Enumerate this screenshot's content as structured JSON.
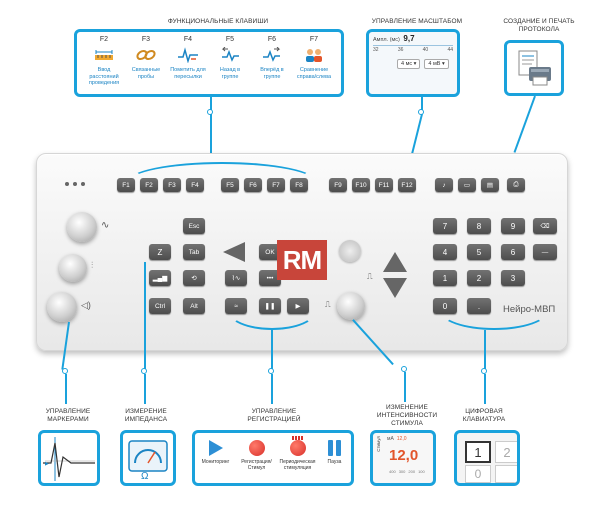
{
  "captions": {
    "function_keys": "ФУНКЦИОНАЛЬНЫЕ КЛАВИШИ",
    "scale": "УПРАВЛЕНИЕ МАСШТАБОМ",
    "protocol": "СОЗДАНИЕ И ПЕЧАТЬ ПРОТОКОЛА",
    "markers": "УПРАВЛЕНИЕ МАРКЕРАМИ",
    "impedance": "ИЗМЕРЕНИЕ ИМПЕДАНСА",
    "registration": "УПРАВЛЕНИЕ РЕГИСТРАЦИЕЙ",
    "intensity": "ИЗМЕНЕНИЕ ИНТЕНСИВНОСТИ СТИМУЛА",
    "numpad": "ЦИФРОВАЯ КЛАВИАТУРА"
  },
  "function_panel": [
    {
      "key": "F2",
      "icon": "ruler-icon",
      "desc": "Ввод расстояний проведения"
    },
    {
      "key": "F3",
      "icon": "chain-icon",
      "desc": "Связанные пробы"
    },
    {
      "key": "F4",
      "icon": "wave-mark-icon",
      "desc": "Пометить для пересылки"
    },
    {
      "key": "F5",
      "icon": "arrow-back-icon",
      "desc": "Назад в группе"
    },
    {
      "key": "F6",
      "icon": "arrow-forward-icon",
      "desc": "Вперёд в группе"
    },
    {
      "key": "F7",
      "icon": "people-compare-icon",
      "desc": "Сравнение справа/слева"
    }
  ],
  "scale_panel": {
    "label": "Ампл. (мс)",
    "value": "9,7",
    "ticks": [
      "32",
      "36",
      "40",
      "44"
    ],
    "select1": "4 мс",
    "select2": "4 мВ"
  },
  "keyboard": {
    "fkeys_left": [
      "F1",
      "F2",
      "F3",
      "F4"
    ],
    "fkeys_mid": [
      "F5",
      "F6",
      "F7",
      "F8"
    ],
    "fkeys_right": [
      "F9",
      "F10",
      "F11",
      "F12"
    ],
    "esc": "Esc",
    "z": "Z",
    "tab": "Tab",
    "ctrl": "Ctrl",
    "alt": "Alt",
    "ok": "OK",
    "dots": "•••",
    "numpad": [
      "7",
      "8",
      "9",
      "4",
      "5",
      "6",
      "1",
      "2",
      "3",
      "0",
      "."
    ],
    "brand": "Нейро-МВП",
    "watermark": "RM"
  },
  "registration_panel": {
    "items": [
      {
        "label": "Мониторинг",
        "icon": "play-icon"
      },
      {
        "label": "Регистрация/ Стимул",
        "icon": "record-icon"
      },
      {
        "label": "Периодическая стимуляция",
        "icon": "periodic-record-icon"
      },
      {
        "label": "Пауза",
        "icon": "pause-icon"
      }
    ]
  },
  "intensity_panel": {
    "tab": "Стимул",
    "unit": "мА",
    "small_value": "12,0",
    "value": "12,0",
    "scale": [
      "400",
      "300",
      "200",
      "100"
    ]
  },
  "numpad_panel": {
    "keys": [
      "1",
      "2",
      "0"
    ]
  },
  "colors": {
    "accent": "#1aa2dc",
    "key_dark": "#5e5e5e",
    "watermark": "#c8453a",
    "intensity_value": "#e2552b"
  }
}
